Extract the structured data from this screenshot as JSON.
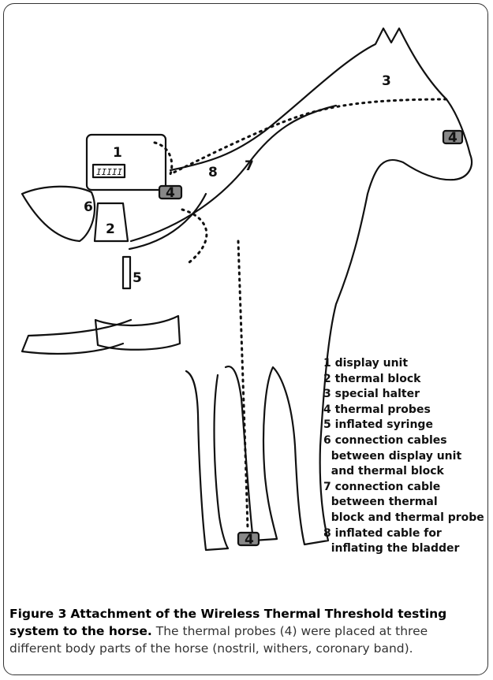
{
  "figure": {
    "label": "Figure 3",
    "title": "Attachment of the Wireless Thermal Threshold testing system to the horse.",
    "caption_text": "The thermal probes (4) were placed at three different body parts of the horse (nostril, withers, coronary band)."
  },
  "callouts": {
    "n1": "1",
    "n2": "2",
    "n3": "3",
    "n4a": "4",
    "n4b": "4",
    "n4c": "4",
    "n5": "5",
    "n6": "6",
    "n7": "7",
    "n8": "8",
    "screen": "IIIII"
  },
  "legend": [
    "1 display unit",
    "2 thermal block",
    "3 special halter",
    "4 thermal probes",
    "5 inflated syringe",
    "6 connection cables",
    "  between display unit",
    "  and thermal block",
    "7 connection cable",
    "  between thermal",
    "  block and thermal probe",
    "8 inflated cable for",
    "  inflating the bladder"
  ]
}
